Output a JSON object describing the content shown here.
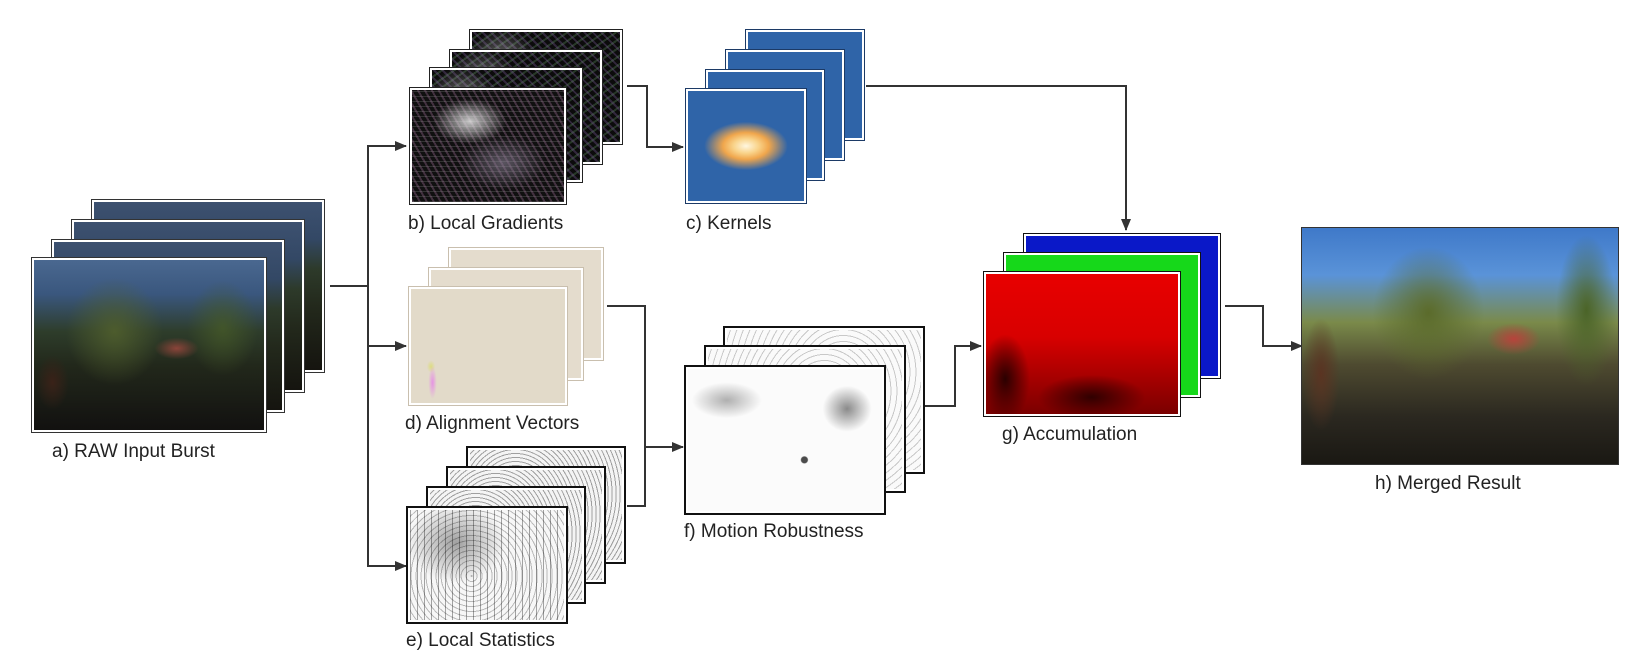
{
  "diagram": {
    "captions": {
      "raw": "a) RAW Input Burst",
      "gradients": "b) Local Gradients",
      "kernels": "c) Kernels",
      "alignment": "d) Alignment Vectors",
      "statistics": "e) Local Statistics",
      "robustness": "f) Motion Robustness",
      "accumulation": "g) Accumulation",
      "merged": "h) Merged Result"
    },
    "colors": {
      "arrow": "#333333",
      "kernel_blue": "#2f64a8",
      "kernel_glow": "#f0a64c",
      "channel_red": "#e80000",
      "channel_green": "#16d81a",
      "channel_blue": "#0a18c8"
    }
  }
}
